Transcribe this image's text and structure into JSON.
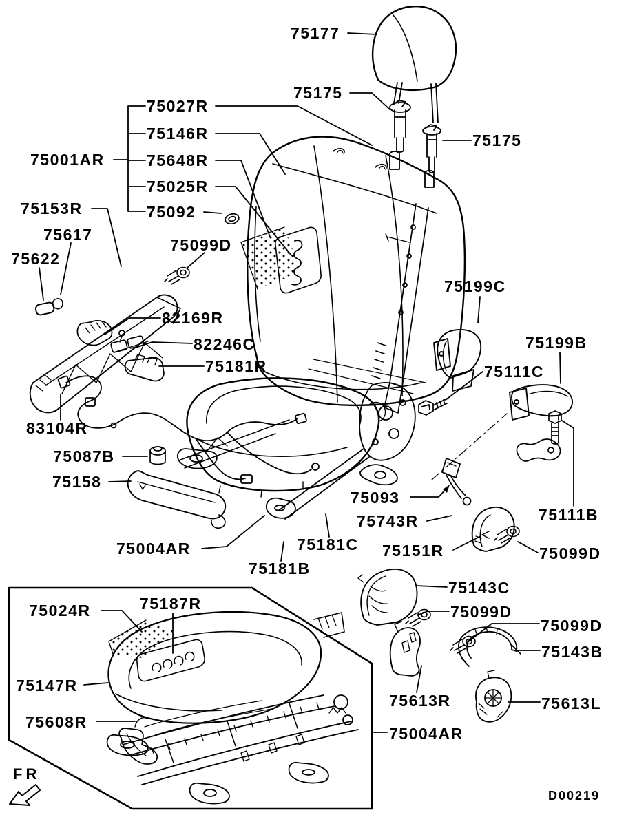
{
  "drawing_code": "D00219",
  "orientation": {
    "label": "FR"
  },
  "ink_color": "#000000",
  "background_color": "#ffffff",
  "labels": [
    {
      "id": "75177",
      "text": "75177"
    },
    {
      "id": "75175-left",
      "text": "75175"
    },
    {
      "id": "75175-right",
      "text": "75175"
    },
    {
      "id": "75027R",
      "text": "75027R"
    },
    {
      "id": "75146R",
      "text": "75146R"
    },
    {
      "id": "75001AR",
      "text": "75001AR"
    },
    {
      "id": "75648R",
      "text": "75648R"
    },
    {
      "id": "75025R",
      "text": "75025R"
    },
    {
      "id": "75092",
      "text": "75092"
    },
    {
      "id": "75153R",
      "text": "75153R"
    },
    {
      "id": "75617",
      "text": "75617"
    },
    {
      "id": "75622",
      "text": "75622"
    },
    {
      "id": "75099D-sideframe",
      "text": "75099D"
    },
    {
      "id": "82169R",
      "text": "82169R"
    },
    {
      "id": "82246C",
      "text": "82246C"
    },
    {
      "id": "75181R",
      "text": "75181R"
    },
    {
      "id": "75199C",
      "text": "75199C"
    },
    {
      "id": "75199B",
      "text": "75199B"
    },
    {
      "id": "75111C",
      "text": "75111C"
    },
    {
      "id": "83104R",
      "text": "83104R"
    },
    {
      "id": "75087B",
      "text": "75087B"
    },
    {
      "id": "75158",
      "text": "75158"
    },
    {
      "id": "75093",
      "text": "75093"
    },
    {
      "id": "75743R",
      "text": "75743R"
    },
    {
      "id": "75111B",
      "text": "75111B"
    },
    {
      "id": "75004AR-main",
      "text": "75004AR"
    },
    {
      "id": "75181C",
      "text": "75181C"
    },
    {
      "id": "75151R",
      "text": "75151R"
    },
    {
      "id": "75181B",
      "text": "75181B"
    },
    {
      "id": "75099D-cover-right",
      "text": "75099D"
    },
    {
      "id": "75143C",
      "text": "75143C"
    },
    {
      "id": "75099D-mid",
      "text": "75099D"
    },
    {
      "id": "75099D-right",
      "text": "75099D"
    },
    {
      "id": "75143B",
      "text": "75143B"
    },
    {
      "id": "75613R",
      "text": "75613R"
    },
    {
      "id": "75613L",
      "text": "75613L"
    },
    {
      "id": "75004AR-inset",
      "text": "75004AR"
    },
    {
      "id": "75024R",
      "text": "75024R"
    },
    {
      "id": "75187R",
      "text": "75187R"
    },
    {
      "id": "75147R",
      "text": "75147R"
    },
    {
      "id": "75608R",
      "text": "75608R"
    }
  ]
}
